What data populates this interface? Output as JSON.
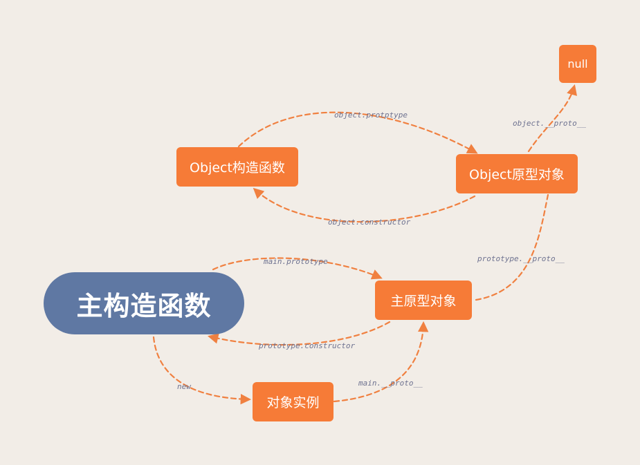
{
  "nodes": {
    "main_constructor": "主构造函数",
    "main_prototype": "主原型对象",
    "instance": "对象实例",
    "object_constructor": "Object构造函数",
    "object_prototype": "Object原型对象",
    "null_node": "null"
  },
  "edges": {
    "main_prototype": "main.prototype",
    "prototype_constructor": "prototype.constructor",
    "new": "new",
    "main_proto": "main.__proto__",
    "prototype_proto": "prototype.__proto__",
    "object_protptype": "object.protptype",
    "object_constructor": "object.constructor",
    "object_proto": "object.__proto__"
  },
  "colors": {
    "background": "#f2ede7",
    "node_orange": "#f67b37",
    "node_blue": "#5f78a3",
    "edge": "#f08040",
    "edge_label": "#6e7290"
  }
}
